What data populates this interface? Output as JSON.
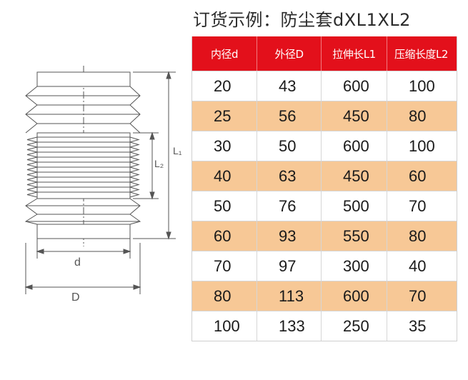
{
  "title": "订货示例：防尘套dXL1XL2",
  "table": {
    "headers": [
      "内径d",
      "外径D",
      "拉伸长L1",
      "压缩长度L2"
    ],
    "rows": [
      [
        "20",
        "43",
        "600",
        "100"
      ],
      [
        "25",
        "56",
        "450",
        "80"
      ],
      [
        "30",
        "50",
        "600",
        "100"
      ],
      [
        "40",
        "63",
        "450",
        "60"
      ],
      [
        "50",
        "76",
        "500",
        "70"
      ],
      [
        "60",
        "93",
        "550",
        "80"
      ],
      [
        "70",
        "97",
        "300",
        "40"
      ],
      [
        "80",
        "113",
        "600",
        "70"
      ],
      [
        "100",
        "133",
        "250",
        "35"
      ]
    ]
  },
  "drawing": {
    "label_d": "d",
    "label_D": "D",
    "label_L1": "L₁",
    "label_L2": "L₂"
  },
  "colors": {
    "header_bg": "#e3101b",
    "alt_row_bg": "#f7c896"
  }
}
